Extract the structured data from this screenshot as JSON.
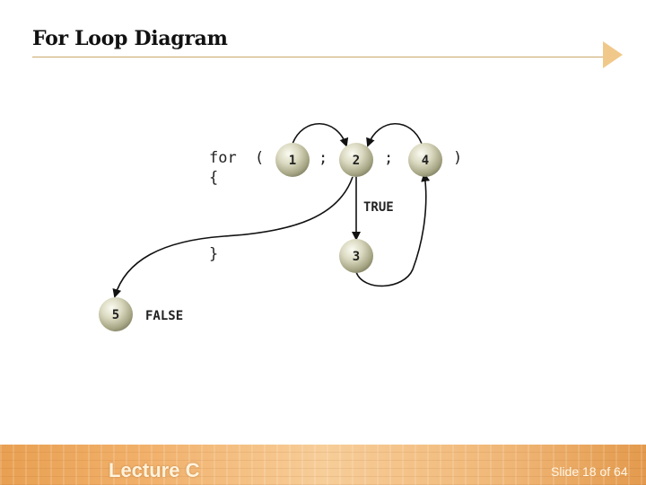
{
  "header": {
    "title": "For Loop Diagram"
  },
  "diagram": {
    "code": {
      "for_keyword": "for",
      "open_paren": "(",
      "semi_1": ";",
      "semi_2": ";",
      "close_paren": ")",
      "open_brace": "{",
      "close_brace": "}"
    },
    "nodes": {
      "n1": "1",
      "n2": "2",
      "n3": "3",
      "n4": "4",
      "n5": "5"
    },
    "labels": {
      "true_label": "TRUE",
      "false_label": "FALSE"
    }
  },
  "footer": {
    "lecture": "Lecture C",
    "slide_counter": "Slide 18 of 64"
  }
}
